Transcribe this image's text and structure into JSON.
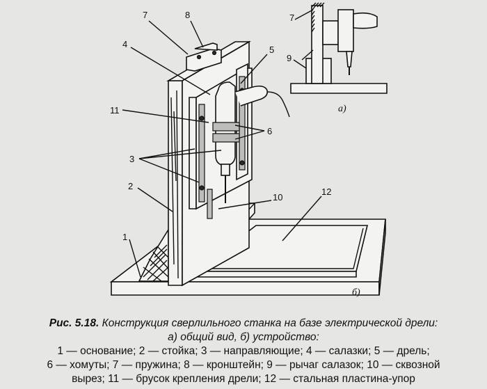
{
  "labels": {
    "main": [
      "1",
      "2",
      "3",
      "4",
      "5",
      "6",
      "7",
      "8",
      "10",
      "11",
      "12"
    ],
    "inset": [
      "7",
      "9"
    ]
  },
  "subfigures": {
    "a": "а)",
    "b": "б)"
  },
  "caption": {
    "figure_number": "Рис. 5.18.",
    "title_rest": "Конструкция сверлильного станка на базе электрической дрели:",
    "line2": "а) общий вид, б) устройство:",
    "line3": "1 — основание; 2 — стойка; 3 — направляющие; 4 — салазки; 5 — дрель;",
    "line4": "6 — хомуты; 7 — пружина; 8 — кронштейн; 9 — рычаг салазок; 10 — сквозной",
    "line5": "вырез; 11 — брусок крепления дрели; 12 — стальная пластина-упор"
  }
}
